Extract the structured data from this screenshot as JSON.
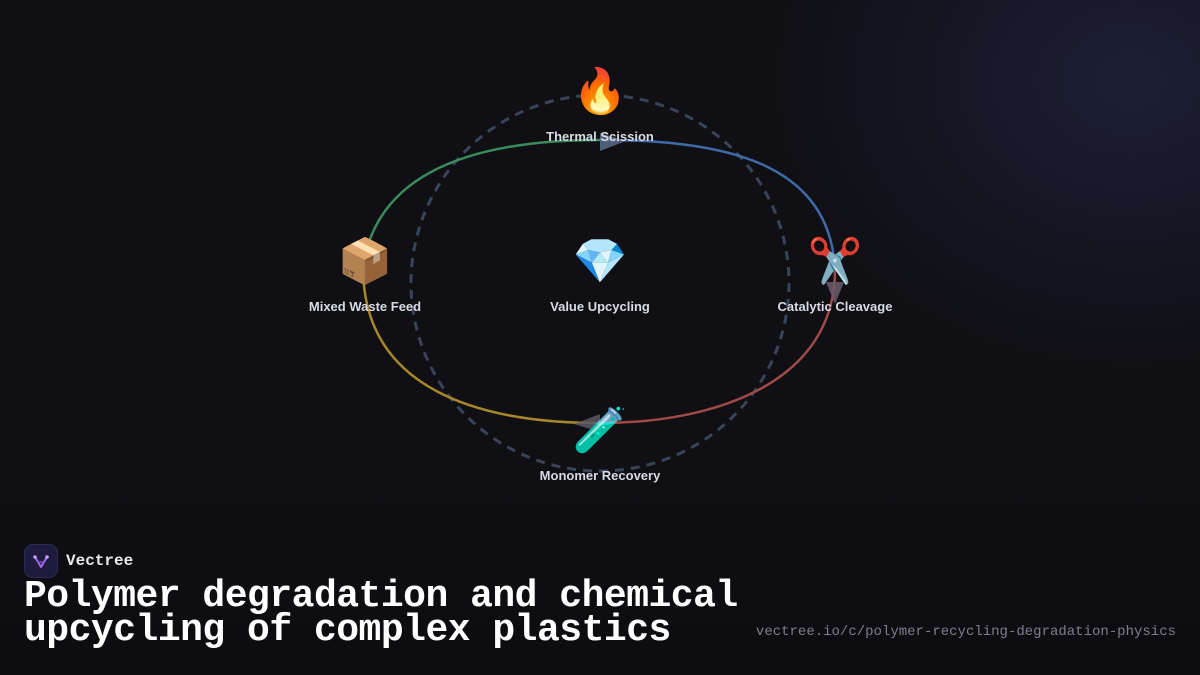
{
  "diagram": {
    "nodes": [
      {
        "id": "thermal",
        "label": "Thermal Scission",
        "icon": "fire-icon",
        "glyph": "🔥"
      },
      {
        "id": "catalytic",
        "label": "Catalytic Cleavage",
        "icon": "scissors-icon",
        "glyph": "✂️"
      },
      {
        "id": "monomer",
        "label": "Monomer Recovery",
        "icon": "test-tube-icon",
        "glyph": "🧪"
      },
      {
        "id": "waste",
        "label": "Mixed Waste Feed",
        "icon": "package-icon",
        "glyph": "📦"
      },
      {
        "id": "value",
        "label": "Value Upcycling",
        "icon": "gem-icon",
        "glyph": "💎"
      }
    ],
    "edges": [
      {
        "from": "waste",
        "to": "thermal",
        "color": "#3a8a5c"
      },
      {
        "from": "thermal",
        "to": "catalytic",
        "color": "#3f6aa8"
      },
      {
        "from": "catalytic",
        "to": "monomer",
        "color": "#a0494a"
      },
      {
        "from": "monomer",
        "to": "waste",
        "color": "#a8862a"
      }
    ],
    "cycle_ring_color": "#3a4458"
  },
  "brand": {
    "name": "Vectree",
    "logo_icon": "vectree-logo-icon"
  },
  "footer": {
    "title": "Polymer degradation and chemical upcycling of complex plastics",
    "url": "vectree.io/c/polymer-recycling-degradation-physics"
  }
}
